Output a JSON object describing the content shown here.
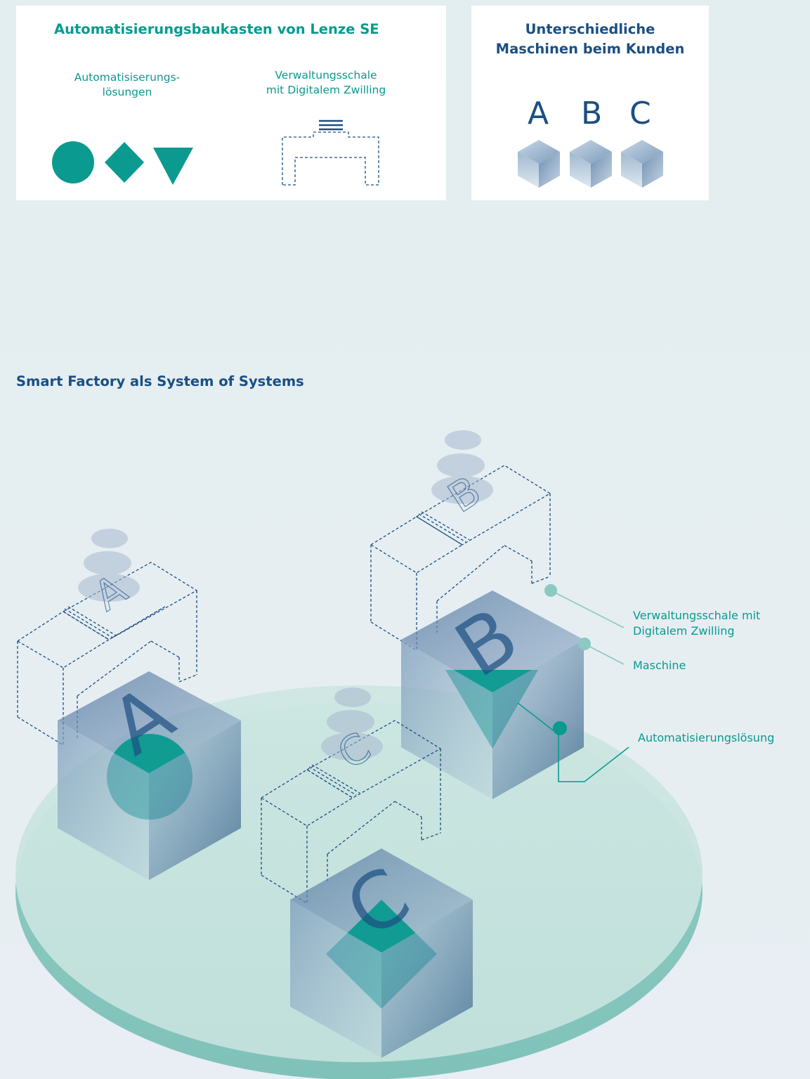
{
  "toolkit_card": {
    "title": "Automatisierungsbaukasten von Lenze SE",
    "solutions_label": [
      "Automatisiserungs-",
      "lösungen"
    ],
    "shell_label": [
      "Verwaltungsschale",
      "mit Digitalem Zwilling"
    ],
    "shape_icons": [
      "circle-icon",
      "diamond-icon",
      "triangle-icon"
    ]
  },
  "machines_card": {
    "title": [
      "Unterschiedliche",
      "Maschinen beim Kunden"
    ],
    "letters": [
      "A",
      "B",
      "C"
    ]
  },
  "factory": {
    "title": "Smart Factory als System of Systems",
    "machines": [
      {
        "letter": "A",
        "solution": "circle"
      },
      {
        "letter": "B",
        "solution": "triangle"
      },
      {
        "letter": "C",
        "solution": "diamond"
      }
    ],
    "callouts": {
      "shell": [
        "Verwaltungsschale mit",
        "Digitalem Zwilling"
      ],
      "machine": "Maschine",
      "solution": "Automatisierungslösung"
    }
  },
  "colors": {
    "teal": "#0a9a8f",
    "navy": "#1b4f82",
    "cube_blue": "#6d8fb0",
    "platform": "#bfe0dc"
  }
}
